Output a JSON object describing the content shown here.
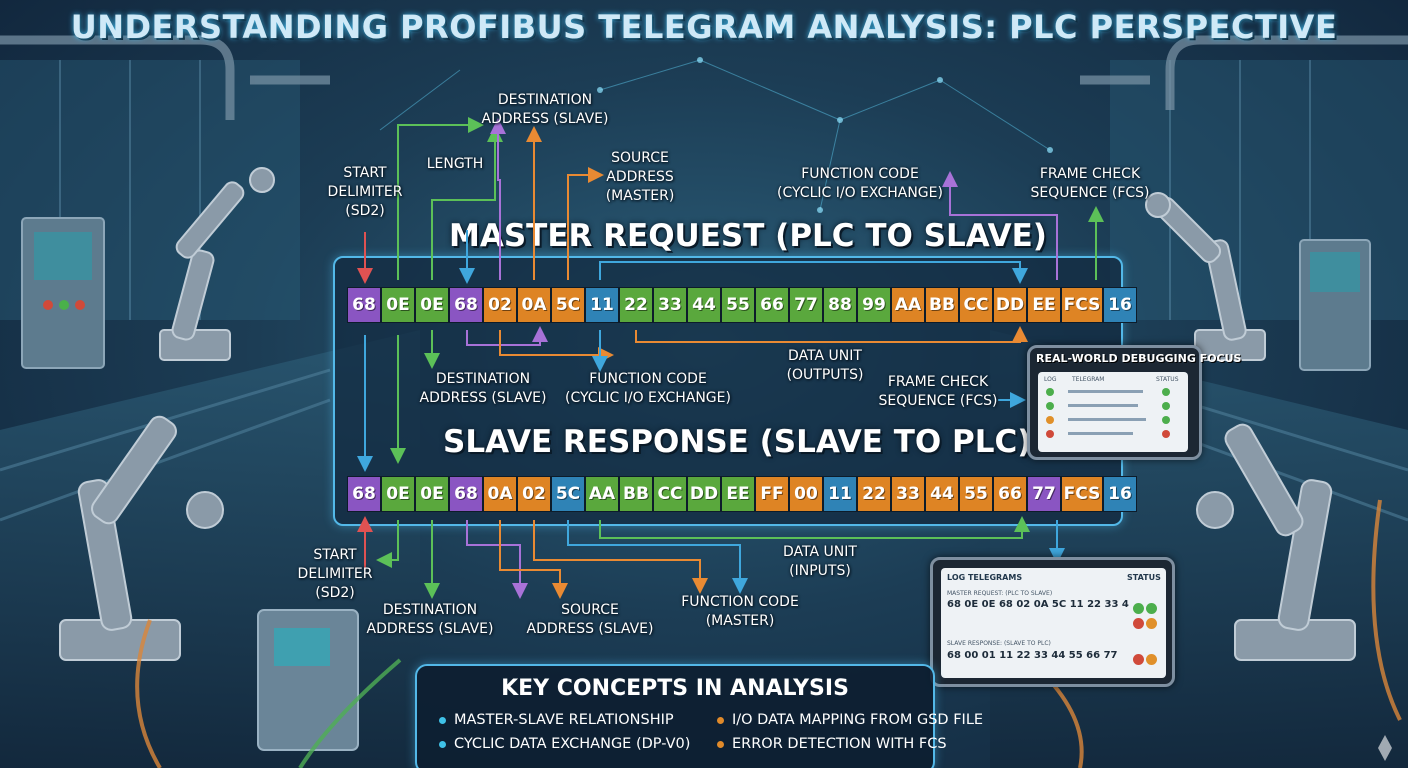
{
  "title": "UNDERSTANDING PROFIBUS TELEGRAM ANALYSIS: PLC PERSPECTIVE",
  "master": {
    "heading": "MASTER REQUEST (PLC TO SLAVE)",
    "bytes": [
      {
        "v": "68",
        "c": "purple"
      },
      {
        "v": "0E",
        "c": "green"
      },
      {
        "v": "0E",
        "c": "green"
      },
      {
        "v": "68",
        "c": "purple"
      },
      {
        "v": "02",
        "c": "orange"
      },
      {
        "v": "0A",
        "c": "orange"
      },
      {
        "v": "5C",
        "c": "orange"
      },
      {
        "v": "11",
        "c": "blue"
      },
      {
        "v": "22",
        "c": "green"
      },
      {
        "v": "33",
        "c": "green"
      },
      {
        "v": "44",
        "c": "green"
      },
      {
        "v": "55",
        "c": "green"
      },
      {
        "v": "66",
        "c": "green"
      },
      {
        "v": "77",
        "c": "green"
      },
      {
        "v": "88",
        "c": "green"
      },
      {
        "v": "99",
        "c": "green"
      },
      {
        "v": "AA",
        "c": "orange"
      },
      {
        "v": "BB",
        "c": "orange"
      },
      {
        "v": "CC",
        "c": "orange"
      },
      {
        "v": "DD",
        "c": "orange"
      },
      {
        "v": "EE",
        "c": "orange"
      },
      {
        "v": "FCS",
        "c": "orange"
      },
      {
        "v": "16",
        "c": "blue"
      }
    ],
    "labels": {
      "start_delimiter": [
        "START",
        "DELIMITER",
        "(SD2)"
      ],
      "length": [
        "LENGTH"
      ],
      "destination_top": [
        "DESTINATION",
        "ADDRESS (SLAVE)"
      ],
      "source_top": [
        "SOURCE",
        "ADDRESS",
        "(MASTER)"
      ],
      "function_code_top": [
        "FUNCTION CODE",
        "(CYCLIC I/O EXCHANGE)"
      ],
      "fcs_top": [
        "FRAME CHECK",
        "SEQUENCE (FCS)"
      ],
      "destination_below": [
        "DESTINATION",
        "ADDRESS (SLAVE)"
      ],
      "function_code_below": [
        "FUNCTION CODE",
        "(CYCLIC I/O EXCHANGE)"
      ],
      "data_unit": [
        "DATA UNIT",
        "(OUTPUTS)"
      ],
      "fcs_below": [
        "FRAME CHECK",
        "SEQUENCE (FCS)"
      ]
    }
  },
  "slave": {
    "heading": "SLAVE RESPONSE (SLAVE TO PLC)",
    "bytes": [
      {
        "v": "68",
        "c": "purple"
      },
      {
        "v": "0E",
        "c": "green"
      },
      {
        "v": "0E",
        "c": "green"
      },
      {
        "v": "68",
        "c": "purple"
      },
      {
        "v": "0A",
        "c": "orange"
      },
      {
        "v": "02",
        "c": "orange"
      },
      {
        "v": "5C",
        "c": "blue"
      },
      {
        "v": "AA",
        "c": "green"
      },
      {
        "v": "BB",
        "c": "green"
      },
      {
        "v": "CC",
        "c": "green"
      },
      {
        "v": "DD",
        "c": "green"
      },
      {
        "v": "EE",
        "c": "green"
      },
      {
        "v": "FF",
        "c": "orange"
      },
      {
        "v": "00",
        "c": "orange"
      },
      {
        "v": "11",
        "c": "blue"
      },
      {
        "v": "22",
        "c": "orange"
      },
      {
        "v": "33",
        "c": "orange"
      },
      {
        "v": "44",
        "c": "orange"
      },
      {
        "v": "55",
        "c": "orange"
      },
      {
        "v": "66",
        "c": "orange"
      },
      {
        "v": "77",
        "c": "purple"
      },
      {
        "v": "FCS",
        "c": "orange"
      },
      {
        "v": "16",
        "c": "blue"
      }
    ],
    "labels": {
      "start_delimiter": [
        "START",
        "DELIMITER",
        "(SD2)"
      ],
      "destination": [
        "DESTINATION",
        "ADDRESS (SLAVE)"
      ],
      "source": [
        "SOURCE",
        "ADDRESS (SLAVE)"
      ],
      "function_code": [
        "FUNCTION CODE",
        "(MASTER)"
      ],
      "data_unit": [
        "DATA UNIT",
        "(INPUTS)"
      ]
    }
  },
  "debug_tablet": {
    "title": "REAL-WORLD DEBUGGING FOCUS",
    "col_log": "LOG",
    "col_telegram": "TELEGRAM",
    "col_status": "STATUS"
  },
  "log_tablet": {
    "title": "LOG TELEGRAMS",
    "status": "STATUS",
    "request_caption": "MASTER REQUEST: (PLC TO SLAVE)",
    "request_line": "68 0E 0E 68 02 0A 5C 11 22 33 4",
    "response_caption": "SLAVE RESPONSE: (SLAVE TO PLC)",
    "response_line": "68 00 01 11 22 33 44 55 66 77"
  },
  "key_concepts": {
    "title": "KEY CONCEPTS IN ANALYSIS",
    "items": [
      {
        "text": "MASTER-SLAVE RELATIONSHIP",
        "bullet": "#3fc2e8"
      },
      {
        "text": "I/O DATA MAPPING FROM GSD FILE",
        "bullet": "#e08a2a"
      },
      {
        "text": "CYCLIC DATA EXCHANGE (DP-V0)",
        "bullet": "#3fc2e8"
      },
      {
        "text": "ERROR DETECTION WITH FCS",
        "bullet": "#e08a2a"
      }
    ]
  },
  "colors": {
    "purple": "#8a55c2",
    "green": "#5aa83d",
    "orange": "#de8424",
    "blue": "#2f83b6",
    "accent": "#53b8e8"
  }
}
